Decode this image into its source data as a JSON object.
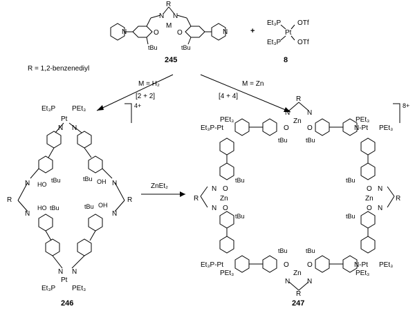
{
  "top": {
    "compound_245": "245",
    "compound_8": "8",
    "plus": "+",
    "r_label": "R",
    "m_label": "M",
    "n_label": "N",
    "o_label": "O",
    "tbu": "tBu",
    "et3p": "Et₃P",
    "otf": "OTf",
    "pt": "Pt",
    "r_definition": "R = 1,2-benzenediyl"
  },
  "arrows": {
    "left_condition": "M = H₂",
    "left_stoich": "[2 + 2]",
    "right_condition": "M = Zn",
    "right_stoich": "[4 + 4]",
    "middle_reagent": "ZnEt₂"
  },
  "compound_246": {
    "label": "246",
    "charge": "4+",
    "pt_top": "Pt",
    "pt_bottom": "Pt",
    "pet3": "PEt₃",
    "et3p": "Et₃P",
    "ho": "HO",
    "oh": "OH",
    "tbu": "tBu",
    "r": "R",
    "n": "N"
  },
  "compound_247": {
    "label": "247",
    "charge": "8+",
    "zn": "Zn",
    "pet3": "PEt₃",
    "et3p_pt": "Et₃P-Pt",
    "n_pt": "N-Pt",
    "tbu": "tBu",
    "r": "R",
    "n": "N",
    "o": "O"
  }
}
